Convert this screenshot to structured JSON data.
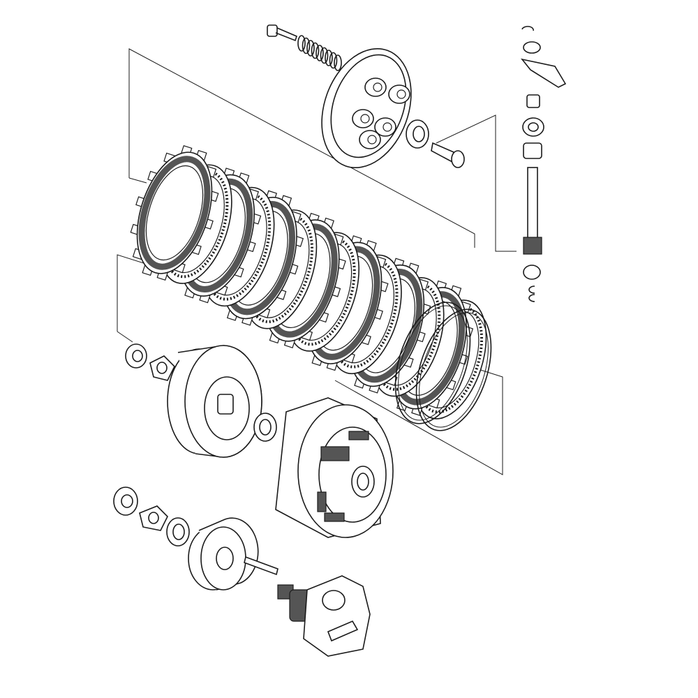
{
  "diagram": {
    "type": "exploded parts diagram",
    "colors": {
      "line": "#1a1a1a",
      "friction_fill": "#555555",
      "background": "#ffffff"
    },
    "plates": {
      "friction_count": 7,
      "steel_count": 7
    }
  }
}
